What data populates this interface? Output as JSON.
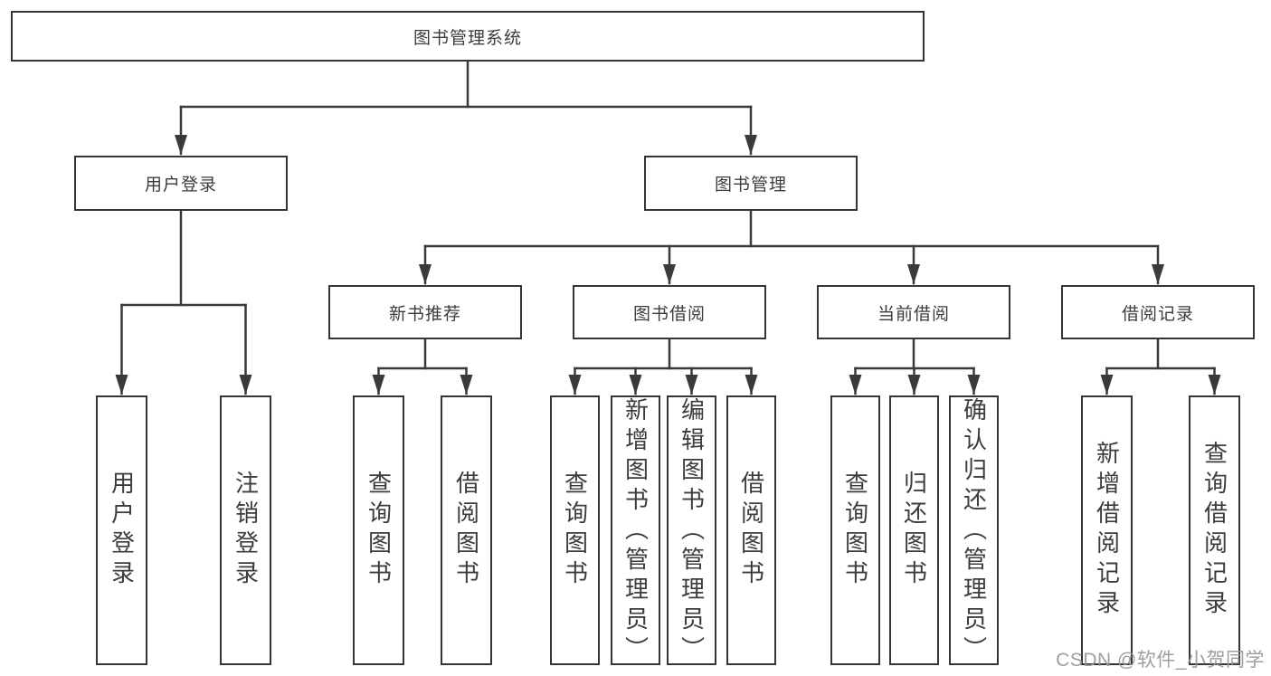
{
  "diagram_title": "图书管理系统",
  "tree": {
    "label": "图书管理系统",
    "children": [
      {
        "label": "用户登录",
        "children": [
          {
            "label": "用户登录"
          },
          {
            "label": "注销登录"
          }
        ]
      },
      {
        "label": "图书管理",
        "children": [
          {
            "label": "新书推荐",
            "children": [
              {
                "label": "查询图书"
              },
              {
                "label": "借阅图书"
              }
            ]
          },
          {
            "label": "图书借阅",
            "children": [
              {
                "label": "查询图书"
              },
              {
                "label": "新增图书（管理员）"
              },
              {
                "label": "编辑图书（管理员）"
              },
              {
                "label": "借阅图书"
              }
            ]
          },
          {
            "label": "当前借阅",
            "children": [
              {
                "label": "查询图书"
              },
              {
                "label": "归还图书"
              },
              {
                "label": "确认归还（管理员）"
              }
            ]
          },
          {
            "label": "借阅记录",
            "children": [
              {
                "label": "新增借阅记录"
              },
              {
                "label": "查询借阅记录"
              }
            ]
          }
        ]
      }
    ]
  },
  "watermark": "CSDN @软件_小贺同学",
  "colors": {
    "line": "#3a3a3a",
    "box_border": "#353535",
    "text": "#3c3c3c",
    "background": "#ffffff",
    "watermark": "#969696"
  }
}
